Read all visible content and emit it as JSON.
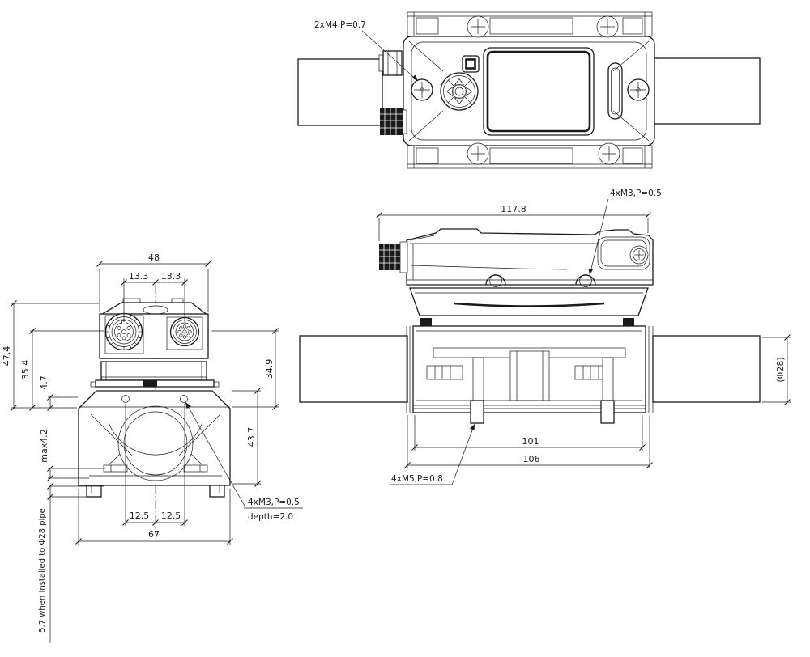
{
  "drawing_kind": "flow-sensor-dimensional-drawing",
  "colors": {
    "line": "#1a1a1a",
    "background": "#ffffff"
  },
  "views": {
    "top": {
      "thread_note": "2xM4,P=0.7"
    },
    "front": {
      "width_overall": "48",
      "pitch_left": "13.3",
      "pitch_right": "13.3",
      "height_overall": "47.4",
      "height_connector": "35.4",
      "height_step": "4.7",
      "gap_max": "max4.2",
      "install_note": "5.7 when Installed to Φ28 pipe",
      "height_upper_right": "34.9",
      "height_clamp": "43.7",
      "hole_pitch_left": "12.5",
      "hole_pitch_right": "12.5",
      "clamp_width": "67",
      "thread_note": "4xM3,P=0.5",
      "thread_note_depth": "depth=2.0"
    },
    "side": {
      "length_overall": "117.8",
      "thread_note_top": "4xM3,P=0.5",
      "length_inner": "101",
      "length_outer": "106",
      "bolt_note": "4xM5,P=0.8",
      "pipe_diameter": "(Φ28)"
    }
  }
}
